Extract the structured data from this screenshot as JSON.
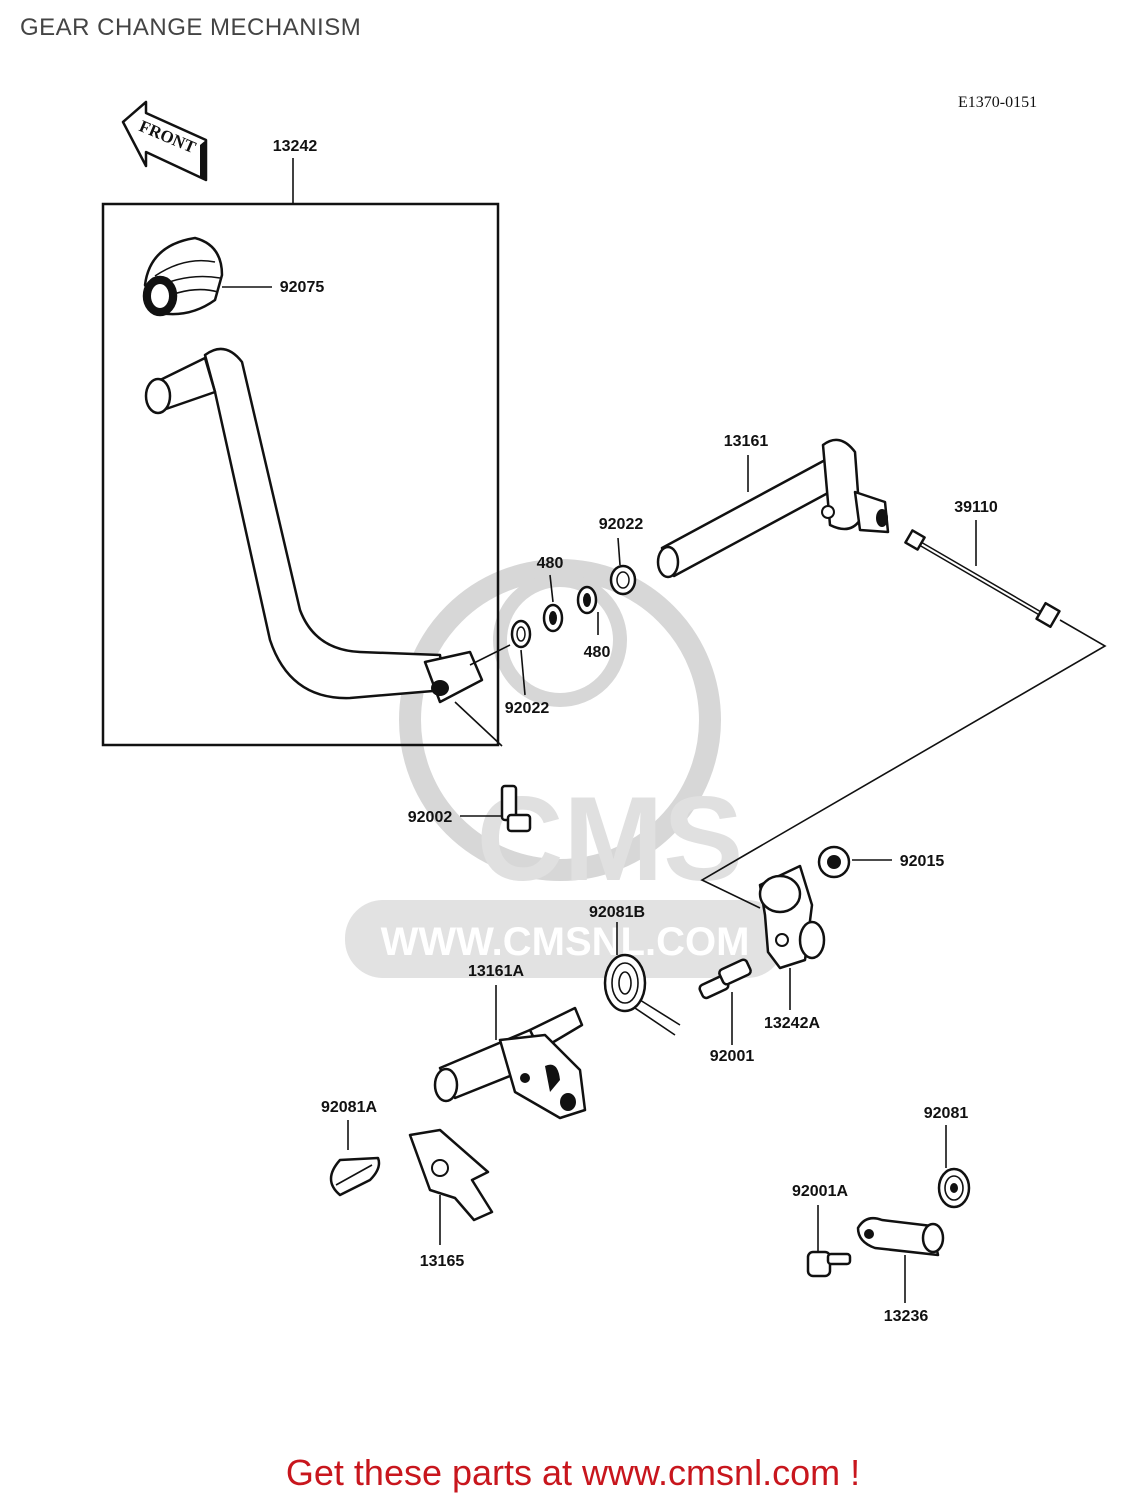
{
  "header": {
    "title": "GEAR CHANGE MECHANISM",
    "diagram_code": "E1370-0151"
  },
  "front_badge": "FRONT",
  "watermark": {
    "brand": "CMS",
    "url": "WWW.CMSNL.COM",
    "color": "#d7d7d7"
  },
  "footer": {
    "link_text": "Get these parts at www.cmsnl.com !",
    "color": "#c8161d"
  },
  "parts": {
    "p13242": "13242",
    "p92075": "92075",
    "p13161": "13161",
    "p39110": "39110",
    "p92022_top": "92022",
    "p480_top": "480",
    "p480_bottom": "480",
    "p92022_bottom": "92022",
    "p92002": "92002",
    "p92015": "92015",
    "p92081B": "92081B",
    "p13161A": "13161A",
    "p13242A": "13242A",
    "p92001": "92001",
    "p92081A": "92081A",
    "p92081": "92081",
    "p92001A": "92001A",
    "p13165": "13165",
    "p13236": "13236"
  }
}
